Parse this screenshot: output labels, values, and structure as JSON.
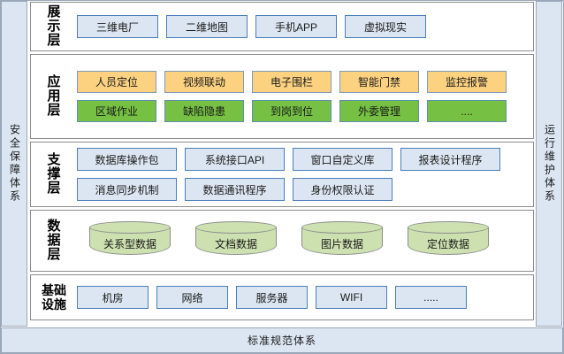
{
  "diagram": {
    "left_rail": {
      "label": "安全保障体系"
    },
    "right_rail": {
      "label": "运行维护体系"
    },
    "bottom_band": {
      "label": "标准规范体系"
    },
    "colors": {
      "blue_fill": "#dce6f2",
      "blue_border": "#4a7ebb",
      "yellow_fill": "#fcd281",
      "green_fill": "#76c043",
      "cylinder_fill": "#cce0b0",
      "panel_border": "#8d8d8d",
      "frame_border": "#9aa7b8"
    },
    "layers": [
      {
        "key": "presentation",
        "label": "展示层",
        "label_chars": [
          "展",
          "示",
          "层"
        ],
        "rows": [
          {
            "style": "blue",
            "nodes": [
              "三维电厂",
              "二维地图",
              "手机APP",
              "虚拟现实"
            ]
          }
        ]
      },
      {
        "key": "application",
        "label": "应用层",
        "label_chars": [
          "应",
          "用",
          "层"
        ],
        "rows": [
          {
            "style": "yellow",
            "nodes": [
              "人员定位",
              "视频联动",
              "电子围栏",
              "智能门禁",
              "监控报警"
            ]
          },
          {
            "style": "green",
            "nodes": [
              "区域作业",
              "缺陷隐患",
              "到岗到位",
              "外委管理",
              "...."
            ]
          }
        ]
      },
      {
        "key": "support",
        "label": "支撑层",
        "label_chars": [
          "支",
          "撑",
          "层"
        ],
        "rows": [
          {
            "style": "blue",
            "nodes": [
              "数据库操作包",
              "系统接口API",
              "窗口自定义库",
              "报表设计程序"
            ]
          },
          {
            "style": "blue",
            "nodes": [
              "消息同步机制",
              "数据通讯程序",
              "身份权限认证"
            ]
          }
        ]
      },
      {
        "key": "data",
        "label": "数据层",
        "label_chars": [
          "数",
          "据",
          "层"
        ],
        "cylinders": [
          "关系型数据",
          "文档数据",
          "图片数据",
          "定位数据"
        ]
      },
      {
        "key": "infrastructure",
        "label": "基础设施",
        "label_lines": [
          "基础",
          "设施"
        ],
        "rows": [
          {
            "style": "blue",
            "nodes": [
              "机房",
              "网络",
              "服务器",
              "WIFI",
              "....."
            ]
          }
        ]
      }
    ]
  }
}
